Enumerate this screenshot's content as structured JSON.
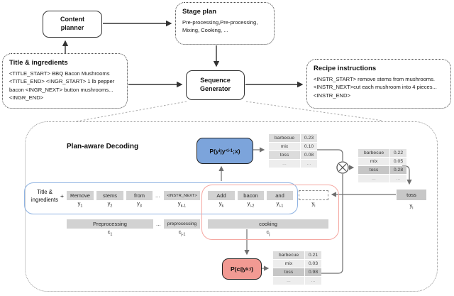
{
  "flow": {
    "content_planner": {
      "label": "Content\nplanner"
    },
    "stage_plan": {
      "title": "Stage plan",
      "body": "Pre-processing,Pre-processing,\nMixing, Cooking, ..."
    },
    "title_ingredients": {
      "title": "Title & ingredients",
      "body": "<TITLE_START> BBQ Bacon Mushrooms\n<TITLE_END> <INGR_START> 1 lb pepper\nbacon <INGR_NEXT> button mushrooms...\n<INGR_END>"
    },
    "sequence_generator": {
      "label": "Sequence\nGenerator"
    },
    "recipe_instructions": {
      "title": "Recipe instructions",
      "body": "<INSTR_START> remove stems from mushrooms.\n<INSTR_NEXT>cut each mushroom into 4 pieces...\n<INSTR_END>"
    }
  },
  "decoding": {
    "title": "Plan-aware Decoding",
    "input_label": "Title &\ningredients",
    "plus": "+",
    "lm_box": {
      "parts": [
        {
          "t": "P(y"
        },
        {
          "s": "i"
        },
        {
          "t": "|y"
        },
        {
          "s": "<i-1"
        },
        {
          "t": ";x)"
        }
      ]
    },
    "stage_box": {
      "parts": [
        {
          "t": "P(c"
        },
        {
          "s": "j"
        },
        {
          "t": "|y"
        },
        {
          "s": "k:i"
        },
        {
          "t": ")"
        }
      ]
    },
    "tokens": [
      {
        "label": "Remove",
        "var": "y",
        "idx": "1"
      },
      {
        "label": "stems",
        "var": "y",
        "idx": "2"
      },
      {
        "label": "from",
        "var": "y",
        "idx": "3"
      },
      {
        "label": "<INSTR_NEXT>",
        "var": "y",
        "idx": "k-1"
      },
      {
        "label": "Add",
        "var": "y",
        "idx": "k"
      },
      {
        "label": "bacon",
        "var": "y",
        "idx": "i-2"
      },
      {
        "label": "and",
        "var": "y",
        "idx": "i-1"
      }
    ],
    "ellipsis": "...",
    "placeholder": {
      "var": "y",
      "idx": "i"
    },
    "stages": [
      {
        "label": "Preprocessing",
        "var": "c",
        "idx": "1"
      },
      {
        "label": "preprocessing",
        "var": "c",
        "idx": "j-1"
      },
      {
        "label": "cooking",
        "var": "c",
        "idx": "j"
      }
    ],
    "stage_ellipsis": "...",
    "output_token": {
      "label": "toss",
      "var": "y",
      "idx": "i"
    },
    "tables": {
      "lm": {
        "rows": [
          [
            "barbecue",
            "0.23"
          ],
          [
            "mix",
            "0.10"
          ],
          [
            "toss",
            "0.08"
          ],
          [
            "...",
            "..."
          ]
        ]
      },
      "combined": {
        "rows": [
          [
            "barbecue",
            "0.22"
          ],
          [
            "mix",
            "0.05"
          ],
          [
            "toss",
            "0.28"
          ],
          [
            "...",
            "..."
          ]
        ]
      },
      "stage": {
        "rows": [
          [
            "barbecue",
            "0.21"
          ],
          [
            "mix",
            "0.03"
          ],
          [
            "toss",
            "0.98"
          ],
          [
            "...",
            "..."
          ]
        ]
      }
    }
  },
  "colors": {
    "lm_box_fill": "#7ca4db",
    "stage_box_fill": "#f29a93",
    "lm_group_border": "#8fb3e2",
    "stage_group_border": "#f5a7a1",
    "token_bg": "#d2d2d2",
    "table_row_dark": "#dcdcdc",
    "table_row_light": "#ededed",
    "table_row_highlight": "#c6c6c6"
  }
}
